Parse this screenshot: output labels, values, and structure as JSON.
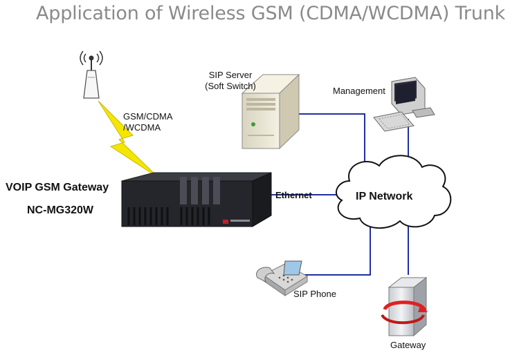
{
  "title": "Application of Wireless GSM (CDMA/WCDMA) Trunk",
  "labels": {
    "sip_server_line1": "SIP Server",
    "sip_server_line2": "(Soft Switch)",
    "management": "Management",
    "gsm_line1": "GSM/CDMA",
    "gsm_line2": "/WCDMA",
    "gateway_line1": "VOIP GSM Gateway",
    "gateway_line2": "NC-MG320W",
    "ethernet": "Ethernet",
    "ip_network": "IP Network",
    "sip_phone": "SIP Phone",
    "gateway": "Gateway"
  },
  "colors": {
    "link": "#1f2fa0",
    "lightning": "#f5e600",
    "title": "#8a8a8a"
  }
}
